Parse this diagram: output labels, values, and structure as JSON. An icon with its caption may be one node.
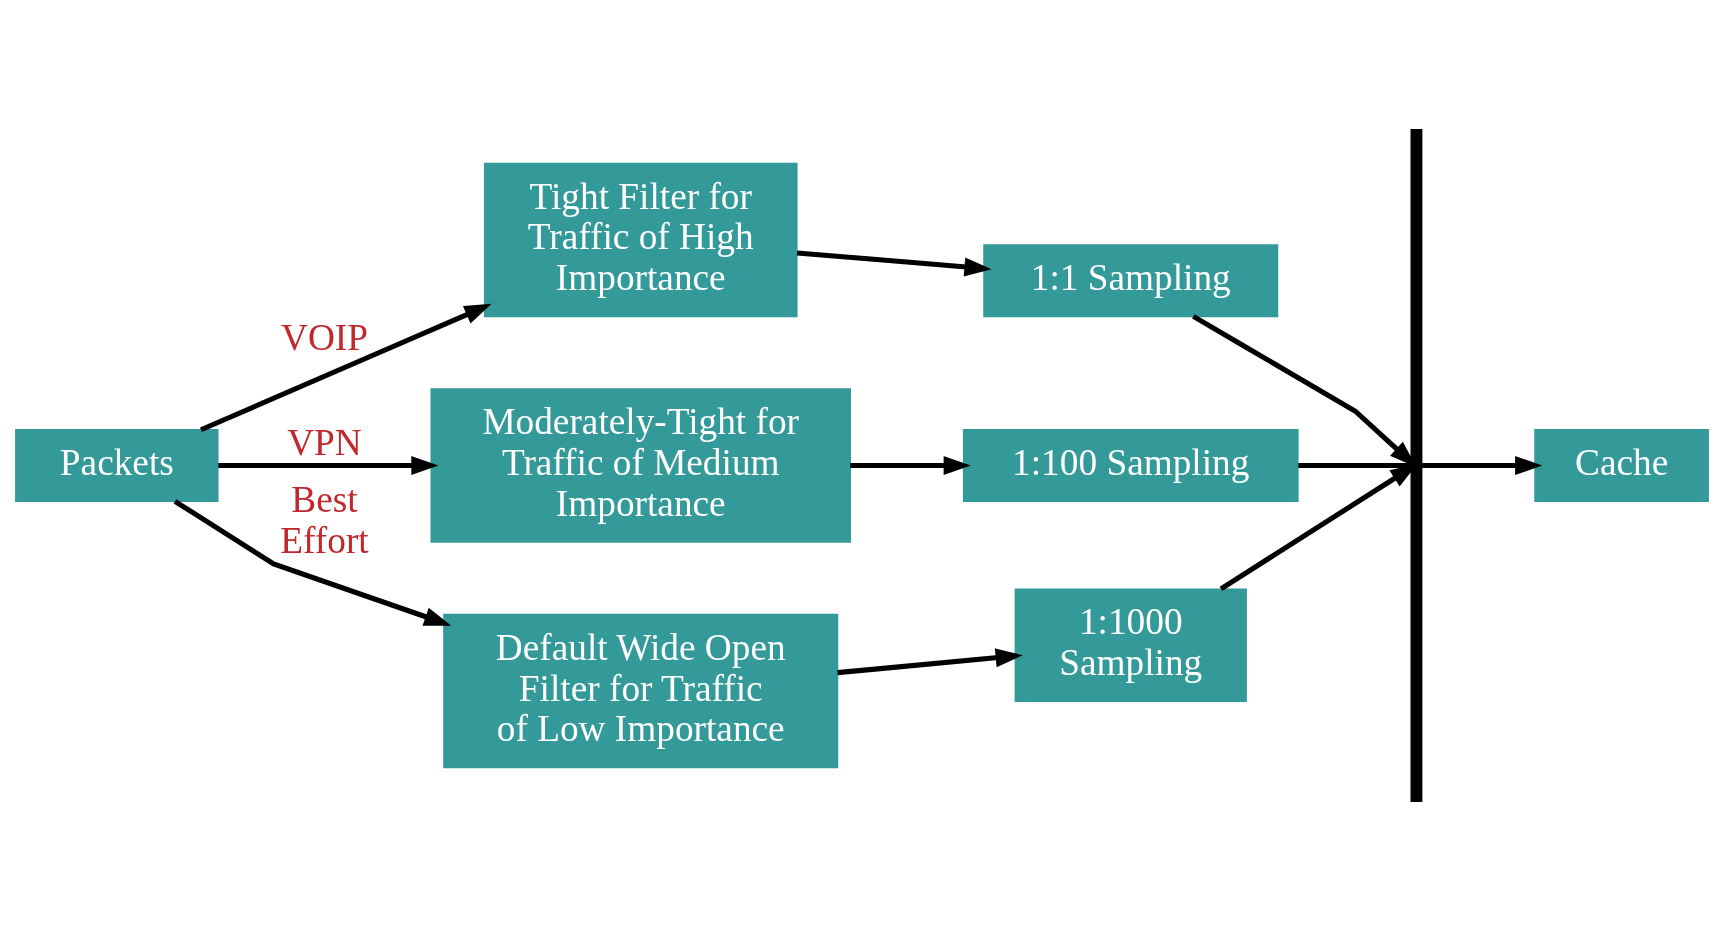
{
  "diagram": {
    "nodes": [
      {
        "text": [
          "Packets"
        ]
      },
      {
        "text": [
          "Tight Filter for Traffic of High Importance"
        ]
      },
      {
        "text": [
          "1:1 Sampling"
        ]
      },
      {
        "text": [
          "Moderately-Tight for Traffic of Medium Importance"
        ]
      },
      {
        "text": [
          "1:100 Sampling"
        ]
      },
      {
        "text": [
          "Default Wide Open Filter for Traffic of Low Importance"
        ]
      },
      {
        "text": [
          "1:1000 Sampling"
        ]
      },
      {
        "text": [],
        "shape": "bar"
      },
      {
        "text": [
          "Cache"
        ]
      }
    ],
    "edges": [
      {
        "from": 0,
        "to": 1,
        "arrow": "to",
        "label": "VOIP"
      },
      {
        "from": 0,
        "to": 3,
        "arrow": "to",
        "label": "VPN"
      },
      {
        "from": 0,
        "to": 5,
        "arrow": "to",
        "label": "Best Effort"
      },
      {
        "from": 1,
        "to": 2,
        "arrow": "to"
      },
      {
        "from": 3,
        "to": 4,
        "arrow": "to"
      },
      {
        "from": 5,
        "to": 6,
        "arrow": "to"
      },
      {
        "from": 2,
        "to": 7,
        "arrow": "to"
      },
      {
        "from": 4,
        "to": 7,
        "arrow": "none"
      },
      {
        "from": 6,
        "to": 7,
        "arrow": "to"
      },
      {
        "from": 7,
        "to": 8,
        "arrow": "to"
      }
    ]
  }
}
